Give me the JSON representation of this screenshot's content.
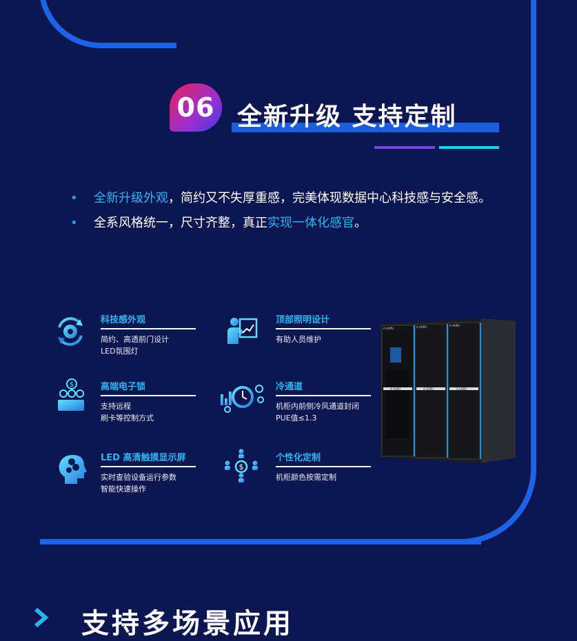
{
  "section": {
    "number": "06",
    "title": "全新升级 支持定制"
  },
  "bullets": [
    {
      "highlight": "全新升级外观",
      "rest": "，简约又不失厚重感，完美体现数据中心科技感与安全感。"
    },
    {
      "prefix": "全系风格统一，尺寸齐整，真正",
      "highlight": "实现一体化感官",
      "suffix": "。"
    }
  ],
  "features": [
    {
      "title": "科技感外观",
      "lines": [
        "简约、高透前门设计",
        "LED氛围灯"
      ],
      "icon": "gear-refresh-icon"
    },
    {
      "title": "顶部照明设计",
      "lines": [
        "有助人员维护"
      ],
      "icon": "presenter-chart-icon"
    },
    {
      "title": "高端电子锁",
      "lines": [
        "支持远程",
        "刷卡等控制方式"
      ],
      "icon": "money-lock-icon"
    },
    {
      "title": "冷通道",
      "lines": [
        "机柜内前侧冷风通道封闭",
        "PUE值≤1.3"
      ],
      "icon": "clock-coins-icon"
    },
    {
      "title": "LED 高清触摸显示屏",
      "lines": [
        "实时查验设备运行参数",
        "智能快速操作"
      ],
      "icon": "head-coins-icon"
    },
    {
      "title": "个性化定制",
      "lines": [
        "机柜颜色按需定制"
      ],
      "icon": "people-network-icon"
    }
  ],
  "cabinet_brand": "A AOPU",
  "next_section": {
    "title": "支持多场景应用"
  },
  "colors": {
    "background": "#0c1650",
    "frame": "#1d63e8",
    "accent": "#2ab5f2"
  }
}
